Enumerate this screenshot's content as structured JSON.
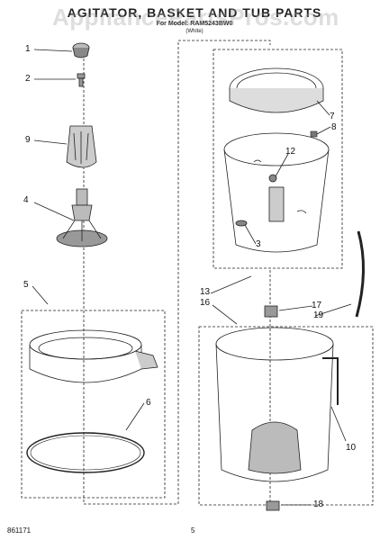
{
  "header": {
    "title": "AGITATOR, BASKET AND TUB PARTS",
    "model_line": "For Model: RAM5243BW0",
    "color_line": "(White)"
  },
  "watermark": "AppliancePartsPros.com",
  "callouts": [
    "1",
    "2",
    "9",
    "4",
    "5",
    "6",
    "7",
    "8",
    "12",
    "3",
    "13",
    "16",
    "17",
    "19",
    "10",
    "18"
  ],
  "footer": {
    "doc_number": "861171",
    "page_number": "5"
  }
}
